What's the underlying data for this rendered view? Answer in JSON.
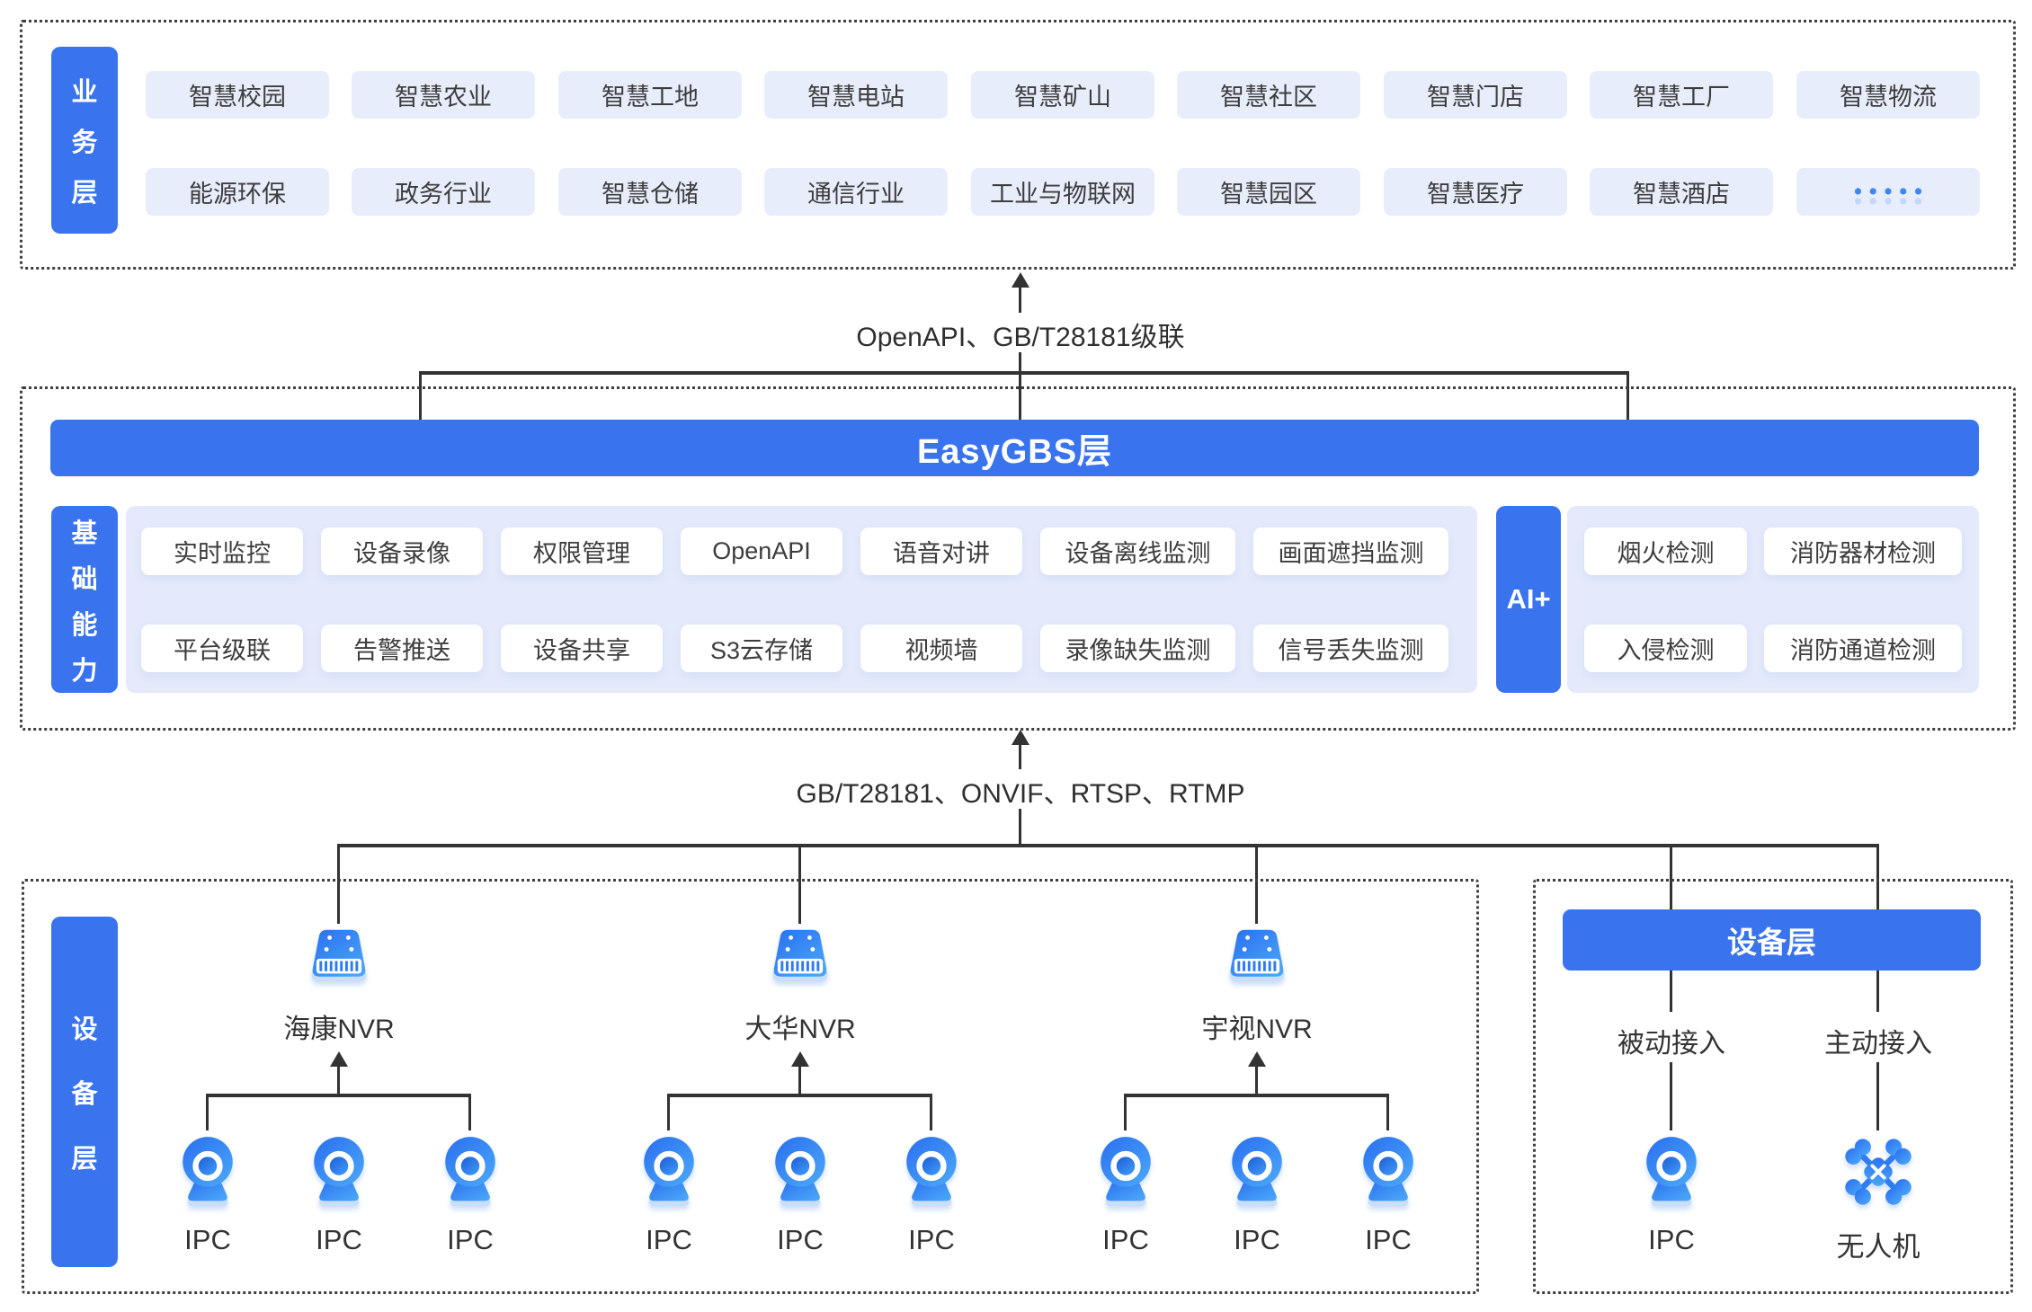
{
  "colors": {
    "accent_blue": "#3a73ee",
    "line": "#333333",
    "chip_bg": "#e7edfb",
    "panel_bg": "#e4eafb",
    "chip_white": "#ffffff",
    "text": "#3d3d3d"
  },
  "business_layer": {
    "label": "业务层",
    "row1": [
      "智慧校园",
      "智慧农业",
      "智慧工地",
      "智慧电站",
      "智慧矿山",
      "智慧社区",
      "智慧门店",
      "智慧工厂",
      "智慧物流"
    ],
    "row2": [
      "能源环保",
      "政务行业",
      "智慧仓储",
      "通信行业",
      "工业与物联网",
      "智慧园区",
      "智慧医疗",
      "智慧酒店"
    ],
    "more_label": "•••••"
  },
  "link_business_easygbs": {
    "label": "OpenAPI、GB/T28181级联"
  },
  "easygbs_layer": {
    "banner": "EasyGBS层",
    "capability_label": "基础能力",
    "capabilities_row1": [
      "实时监控",
      "设备录像",
      "权限管理",
      "OpenAPI",
      "语音对讲",
      "设备离线监测",
      "画面遮挡监测"
    ],
    "capabilities_row2": [
      "平台级联",
      "告警推送",
      "设备共享",
      "S3云存储",
      "视频墙",
      "录像缺失监测",
      "信号丢失监测"
    ],
    "ai_label": "AI+",
    "ai_row1": [
      "烟火检测",
      "消防器材检测"
    ],
    "ai_row2": [
      "入侵检测",
      "消防通道检测"
    ]
  },
  "link_easygbs_device": {
    "label": "GB/T28181、ONVIF、RTSP、RTMP"
  },
  "device_layer": {
    "label": "设备层",
    "nvr_groups": [
      {
        "name": "海康NVR",
        "ipc_labels": [
          "IPC",
          "IPC",
          "IPC"
        ]
      },
      {
        "name": "大华NVR",
        "ipc_labels": [
          "IPC",
          "IPC",
          "IPC"
        ]
      },
      {
        "name": "宇视NVR",
        "ipc_labels": [
          "IPC",
          "IPC",
          "IPC"
        ]
      }
    ],
    "direct_panel": {
      "banner": "设备层",
      "passive_label": "被动接入",
      "active_label": "主动接入",
      "ipc_label": "IPC",
      "drone_label": "无人机"
    }
  }
}
